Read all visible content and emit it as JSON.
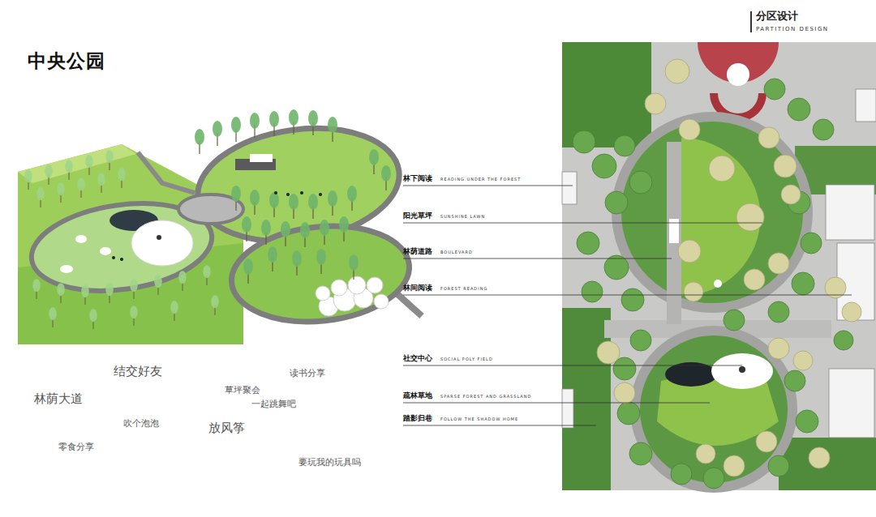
{
  "diagram": {
    "title": "中央公园",
    "labels": [
      "分区设计",
      "PARTITION DESIGN",
      "林下阅读",
      "READING UNDER THE FOREST",
      "阳光草坪",
      "SUNSHINE LAWN",
      "林荫道路",
      "BOULEVARD",
      "林间阅读",
      "FOREST READING",
      "社交中心",
      "SOCIAL POLY FIELD",
      "疏林草地",
      "SPARSE FOREST AND GRASSLAND",
      "踏影归巷",
      "FOLLOW THE SHADOW HOME",
      "结交好友",
      "读书分享",
      "林荫大道",
      "草坪聚会",
      "一起跳舞吧",
      "吹个泡泡",
      "放风筝",
      "零食分享",
      "要玩我的玩具吗"
    ]
  }
}
